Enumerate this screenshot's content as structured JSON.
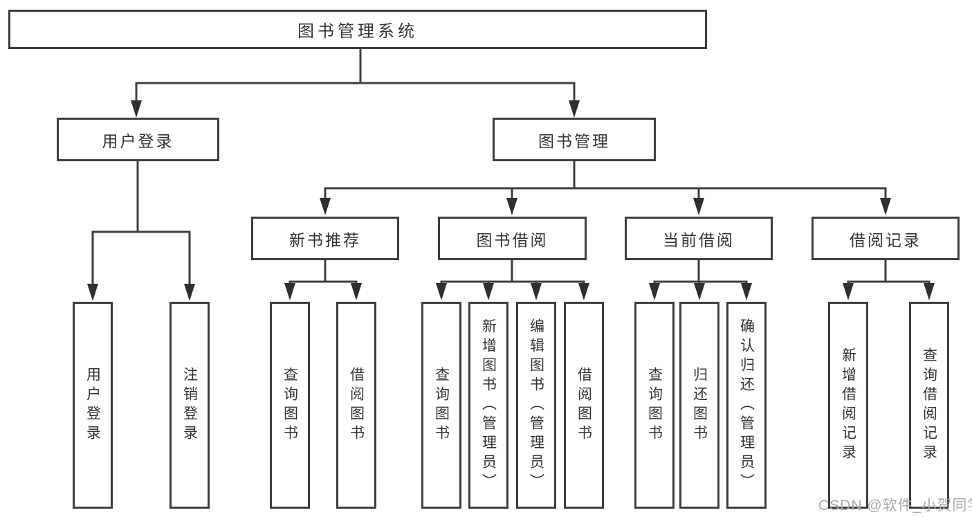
{
  "diagram": {
    "root": {
      "label": "图书管理系统"
    },
    "branches": [
      {
        "label": "用户登录",
        "leaves": [
          {
            "label": "用户登录"
          },
          {
            "label": "注销登录"
          }
        ]
      },
      {
        "label": "图书管理",
        "sections": [
          {
            "label": "新书推荐",
            "leaves": [
              {
                "label": "查询图书"
              },
              {
                "label": "借阅图书"
              }
            ]
          },
          {
            "label": "图书借阅",
            "leaves": [
              {
                "label": "查询图书"
              },
              {
                "label": "新增图书（管理员）"
              },
              {
                "label": "编辑图书（管理员）"
              },
              {
                "label": "借阅图书"
              }
            ]
          },
          {
            "label": "当前借阅",
            "leaves": [
              {
                "label": "查询图书"
              },
              {
                "label": "归还图书"
              },
              {
                "label": "确认归还（管理员）"
              }
            ]
          },
          {
            "label": "借阅记录",
            "leaves": [
              {
                "label": "新增借阅记录"
              },
              {
                "label": "查询借阅记录"
              }
            ]
          }
        ]
      }
    ]
  },
  "watermark": {
    "text": "CSDN @软件_小贺同学"
  },
  "colors": {
    "line": "#3d3d3d",
    "text": "#333333",
    "box_fill": "#ffffff",
    "background": "#ffffff",
    "watermark": "#a9a9a9"
  }
}
